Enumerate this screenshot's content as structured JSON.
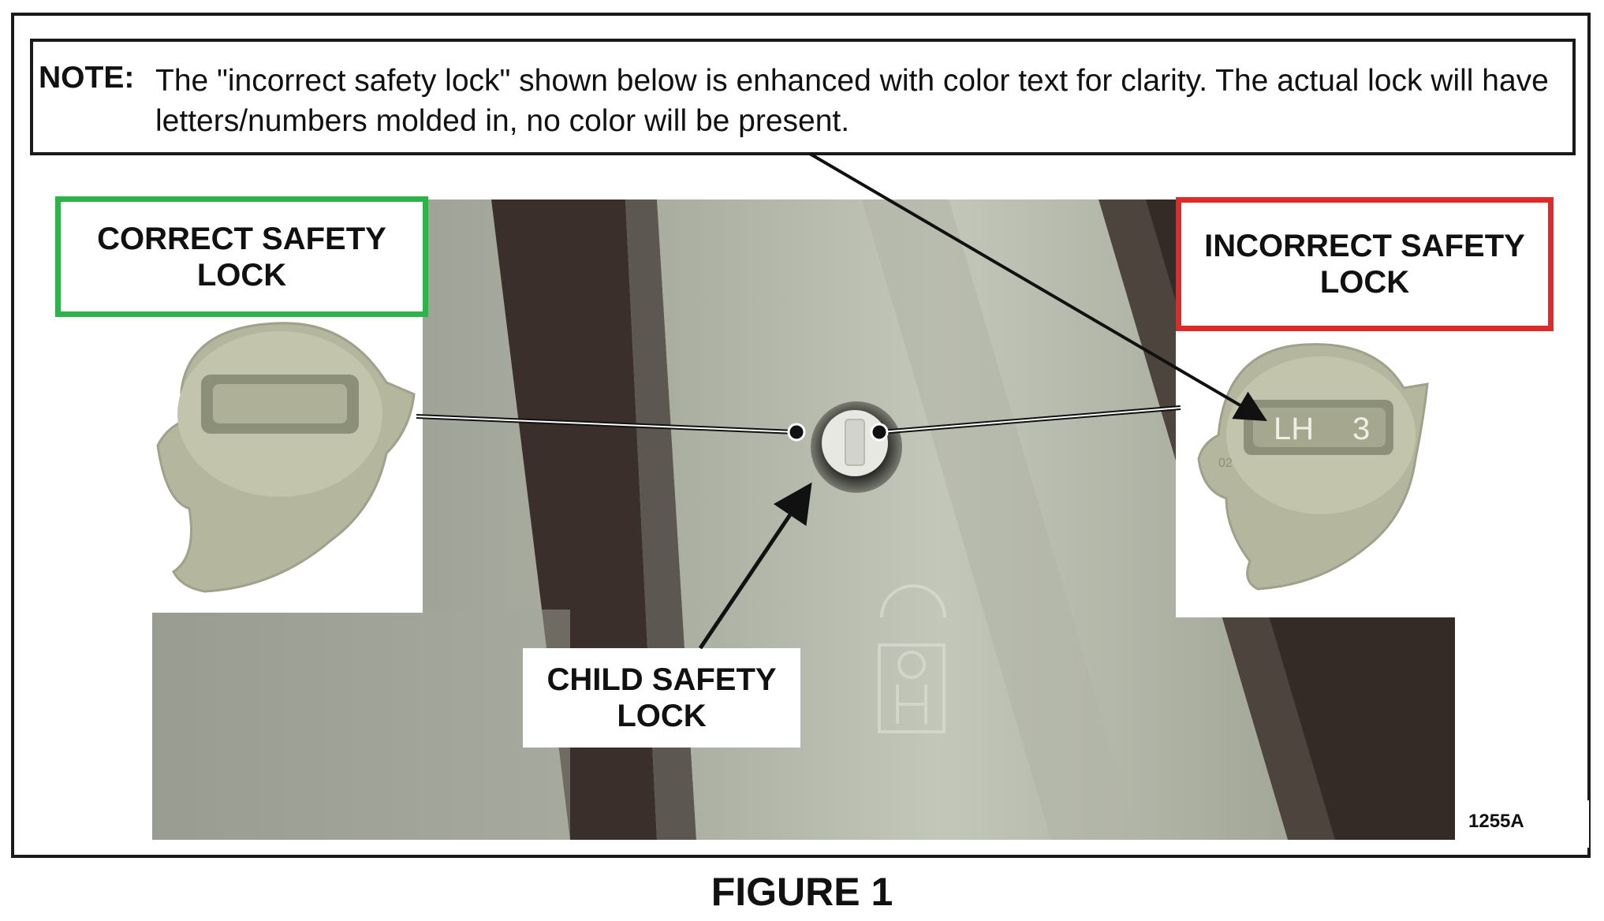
{
  "note": {
    "label": "NOTE:",
    "text": "The \"incorrect safety lock\" shown below is enhanced with color text for clarity.  The actual lock will have letters/numbers molded in, no color will be present."
  },
  "labels": {
    "correct": "CORRECT SAFETY LOCK",
    "incorrect": "INCORRECT SAFETY LOCK",
    "child": "CHILD SAFETY LOCK"
  },
  "incorrect_lock_marking": {
    "left": "LH",
    "right": "3",
    "small": "02"
  },
  "figure_id": "1255A",
  "caption": "FIGURE 1",
  "colors": {
    "correct_border": "#2db34a",
    "incorrect_border": "#e02a2a"
  }
}
